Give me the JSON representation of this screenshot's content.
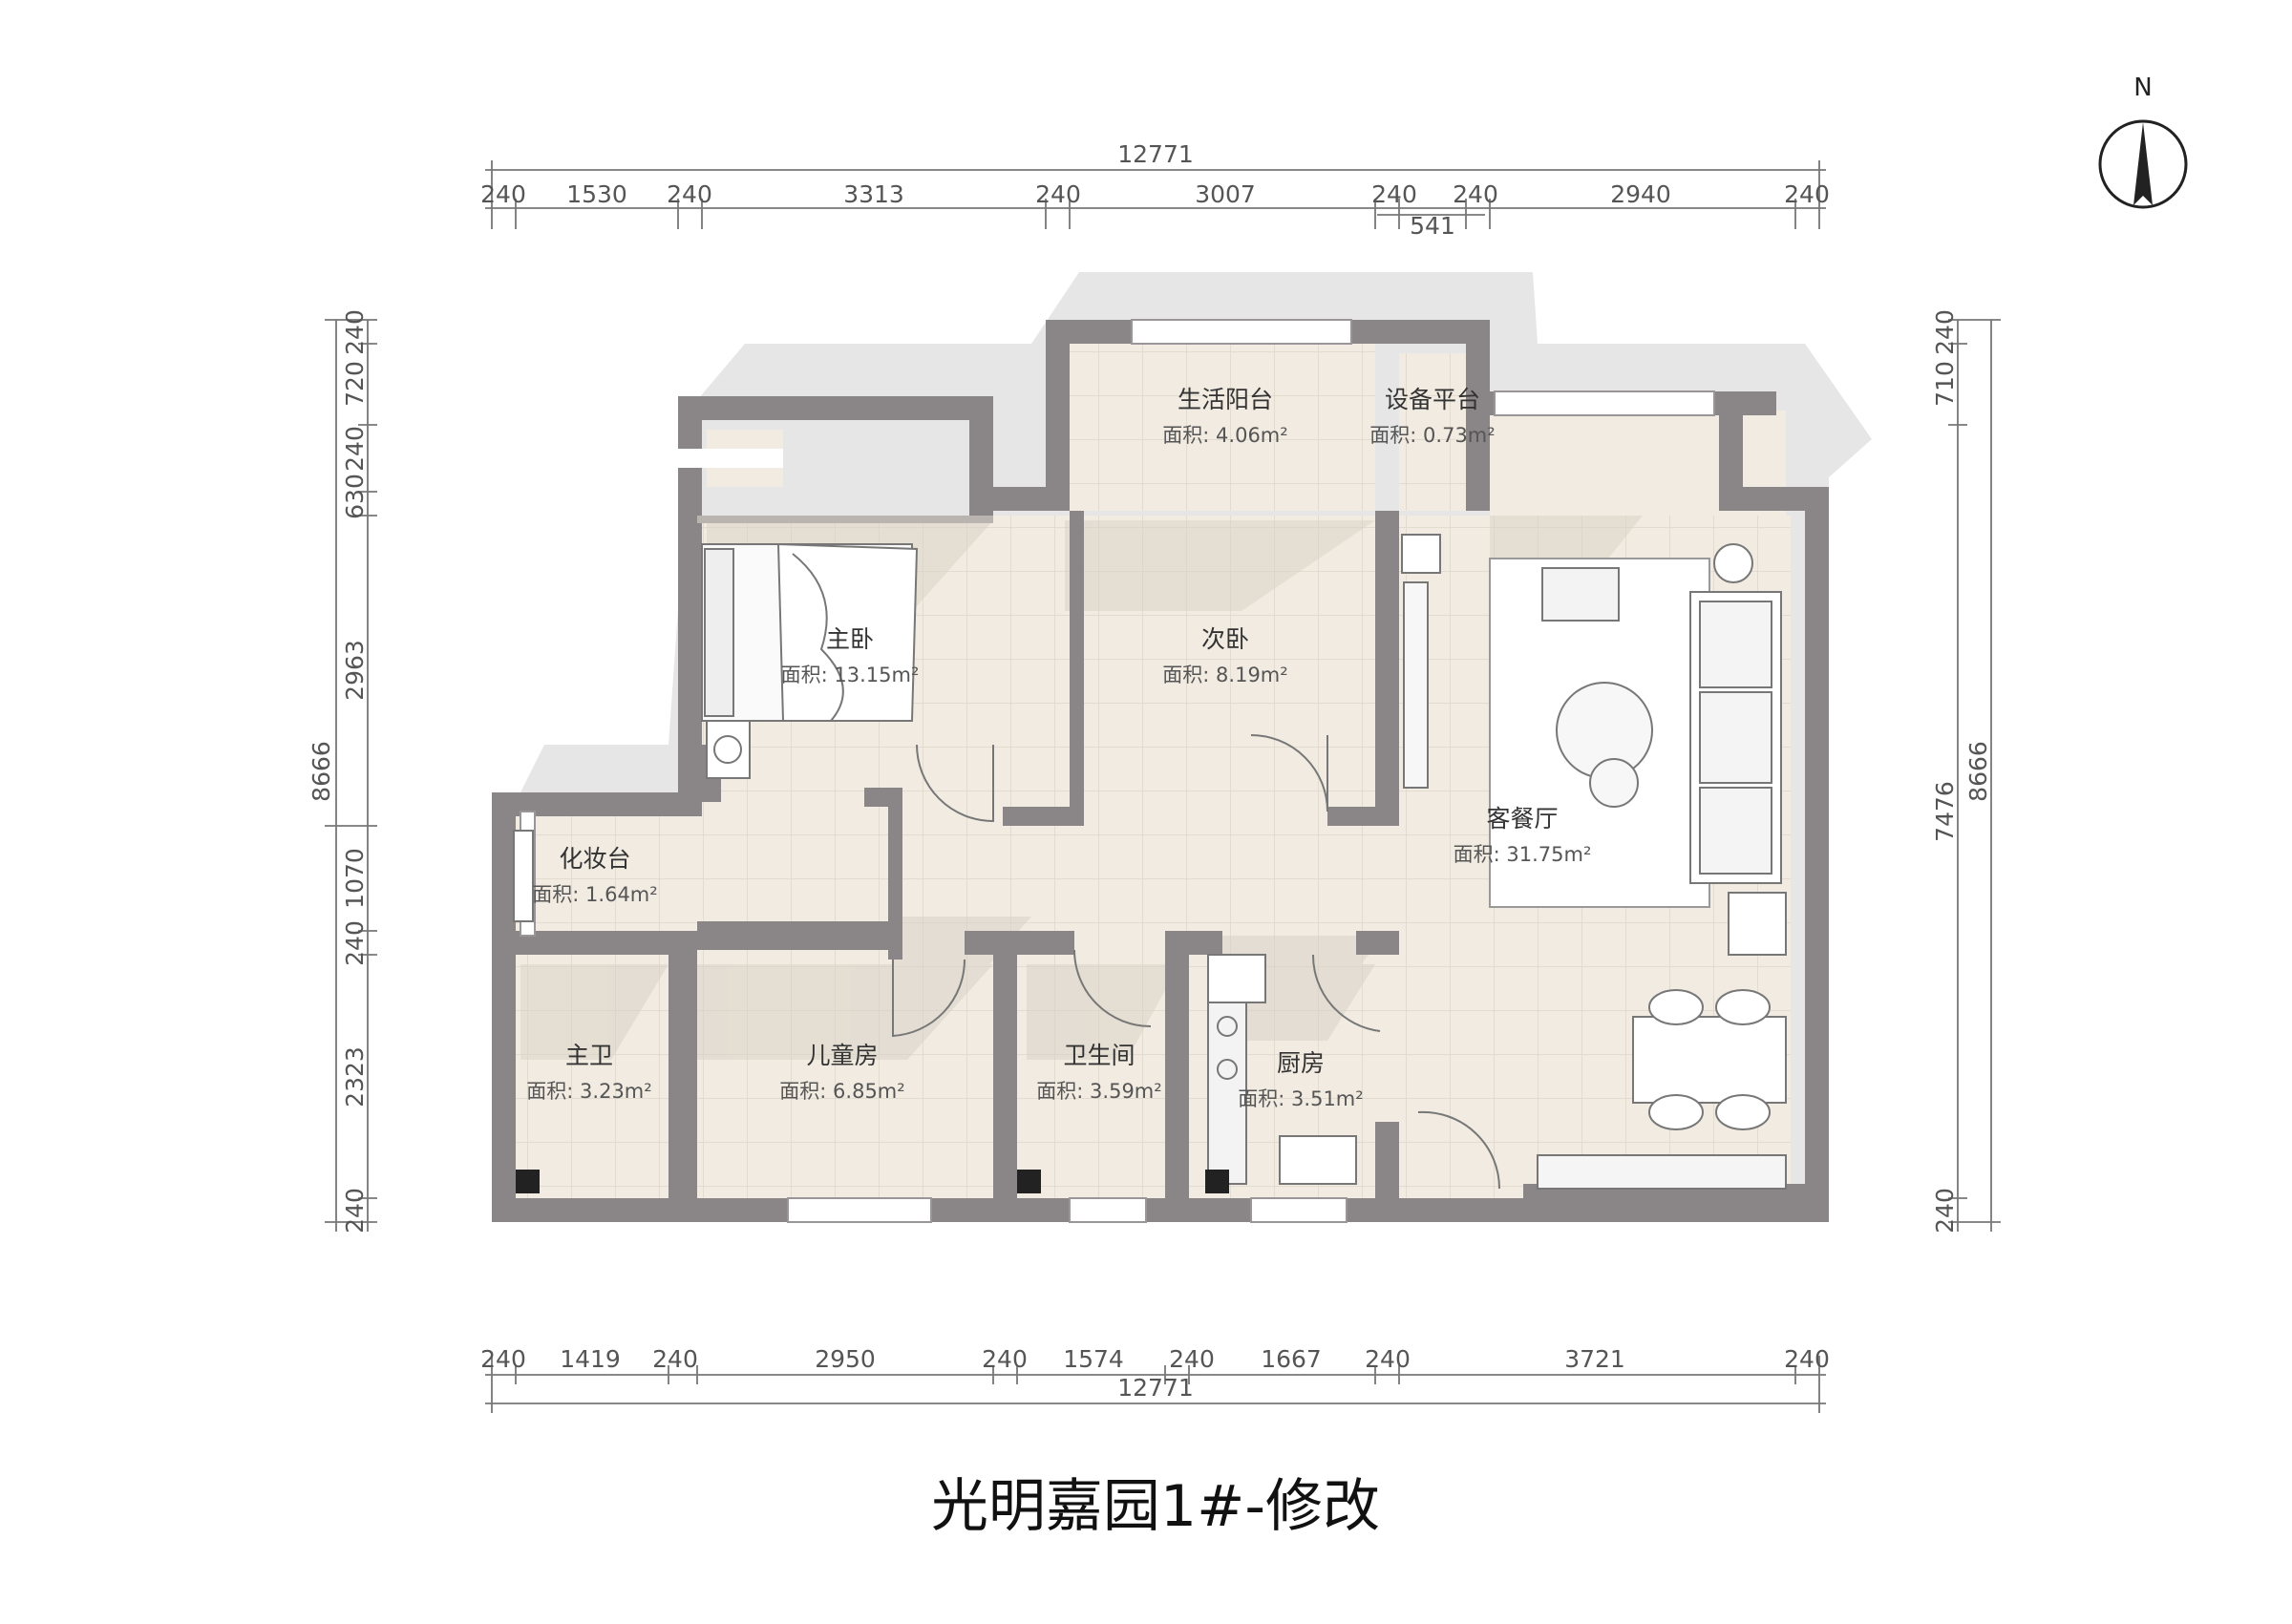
{
  "title": "光明嘉园1#-修改",
  "compass": {
    "label": "N"
  },
  "rooms": [
    {
      "id": "master-bedroom",
      "name": "主卧",
      "area": "面积: 13.15m²"
    },
    {
      "id": "second-bedroom",
      "name": "次卧",
      "area": "面积: 8.19m²"
    },
    {
      "id": "laundry-balcony",
      "name": "生活阳台",
      "area": "面积: 4.06m²"
    },
    {
      "id": "equipment-platform",
      "name": "设备平台",
      "area": "面积: 0.73m²"
    },
    {
      "id": "living-dining",
      "name": "客餐厅",
      "area": "面积: 31.75m²"
    },
    {
      "id": "dressing-table",
      "name": "化妆台",
      "area": "面积: 1.64m²"
    },
    {
      "id": "master-bath",
      "name": "主卫",
      "area": "面积: 3.23m²"
    },
    {
      "id": "kids-room",
      "name": "儿童房",
      "area": "面积: 6.85m²"
    },
    {
      "id": "bathroom",
      "name": "卫生间",
      "area": "面积: 3.59m²"
    },
    {
      "id": "kitchen",
      "name": "厨房",
      "area": "面积: 3.51m²"
    }
  ],
  "dimensions": {
    "top_total": "12771",
    "top_segments": [
      "240",
      "1530",
      "240",
      "3313",
      "240",
      "3007",
      "240",
      "240",
      "2940",
      "240"
    ],
    "top_sub": "541",
    "bottom_total": "12771",
    "bottom_segments": [
      "240",
      "1419",
      "240",
      "2950",
      "240",
      "1574",
      "240",
      "1667",
      "240",
      "3721",
      "240"
    ],
    "left_total": "8666",
    "left_segments": [
      "240",
      "720",
      "240",
      "630",
      "2963",
      "1070",
      "240",
      "2323",
      "240"
    ],
    "right_total": "8666",
    "right_sub": "7476",
    "right_segments": [
      "240",
      "710",
      "240"
    ]
  },
  "colors": {
    "wall": "#8a8688",
    "floor": "#f1ebe1",
    "shadow": "#e6e6e6",
    "tile_line": "#ddd6ca"
  }
}
